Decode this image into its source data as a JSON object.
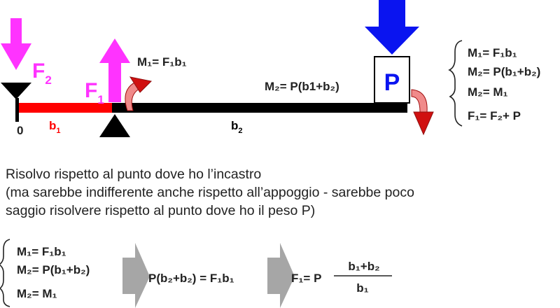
{
  "colors": {
    "beam_left": "#ff0000",
    "beam_right": "#000000",
    "magenta": "#ff33ff",
    "blue": "#0a14f0",
    "curl_light": "#ffb4b4",
    "curl_dark": "#d01010",
    "gray_arrow": "#a6a6a6",
    "text": "#222222"
  },
  "icons": {
    "force_arrow": "arrow-icon",
    "moment": "curved-arrow-icon",
    "hinge": "triangle-icon",
    "step": "chevron-arrow-icon"
  },
  "diagram": {
    "origin": "0",
    "b1": {
      "base": "b",
      "sub": "1"
    },
    "b2": {
      "base": "b",
      "sub": "2"
    },
    "F2": {
      "base": "F",
      "sub": "2"
    },
    "F1": {
      "base": "F",
      "sub": "1"
    },
    "P": "P",
    "M1": "M₁= F₁b₁",
    "M2": "M₂= P(b1+b₂)"
  },
  "system_right": [
    "M₁= F₁b₁",
    "M₂= P(b₁+b₂)",
    "M₂= M₁",
    "F₁= F₂+ P"
  ],
  "paragraph": [
    "Risolvo rispetto al punto dove ho l’incastro",
    "(ma sarebbe indifferente anche rispetto all’appoggio - sarebbe poco",
    "saggio risolvere rispetto al punto dove ho il peso P)"
  ],
  "system_bottom": [
    "M₁= F₁b₁",
    "M₂= P(b₁+b₂)",
    "M₂= M₁"
  ],
  "step1": "P(b₂+b₂) = F₁b₁",
  "step2": {
    "lhs": "F₁= P",
    "numerator": "b₁+b₂",
    "denominator": "b₁"
  }
}
